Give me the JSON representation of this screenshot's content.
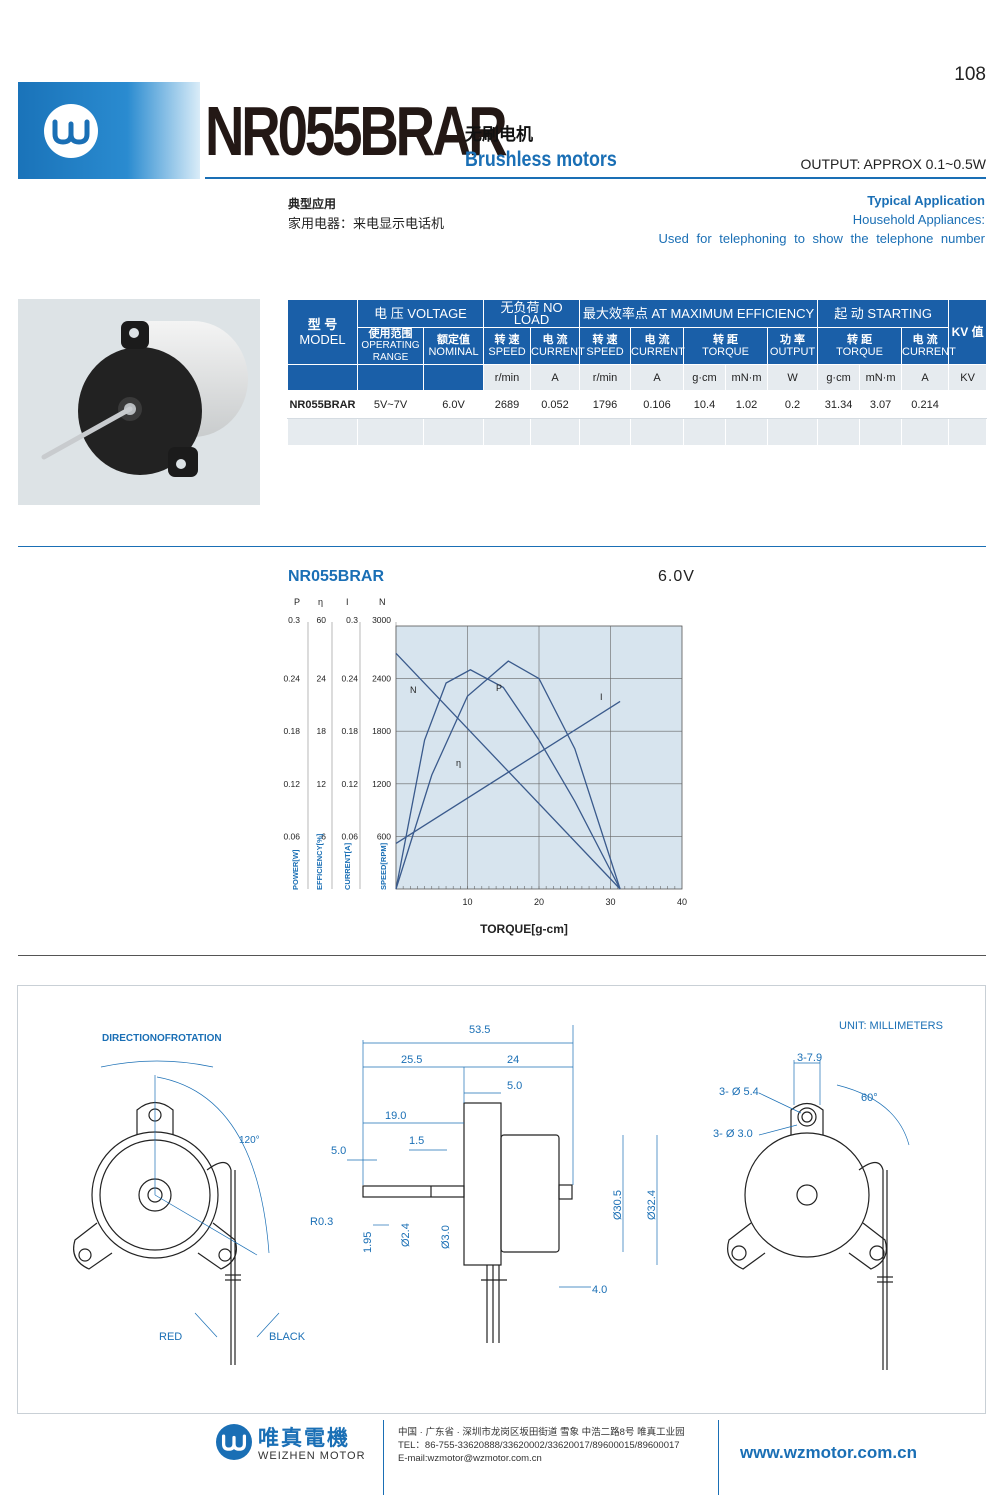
{
  "header": {
    "page_number": "108",
    "model": "NR055BRAR",
    "title_cn": "无刷电机",
    "title_en": "Brushless motors",
    "output": "OUTPUT: APPROX 0.1~0.5W"
  },
  "application": {
    "cn_title": "典型应用",
    "cn_text": "家用电器：来电显示电话机",
    "en_title": "Typical Application",
    "en_line1": "Household Appliances:",
    "en_line2": "Used for telephoning to show the telephone number"
  },
  "table": {
    "model_cn": "型  号",
    "model_en": "MODEL",
    "voltage_group": "电 压 VOLTAGE",
    "operating_range_cn": "使用范围",
    "operating_range_en": "OPERATING RANGE",
    "nominal_cn": "额定值",
    "nominal_en": "NOMINAL",
    "no_load_group": "无负荷 NO LOAD",
    "max_eff_group": "最大效率点 AT MAXIMUM EFFICIENCY",
    "starting_group": "起  动 STARTING",
    "kv_group": "KV 值",
    "speed_cn": "转 速",
    "speed_en": "SPEED",
    "current_cn": "电 流",
    "current_en": "CURRENT",
    "torque_cn": "转 距",
    "torque_en": "TORQUE",
    "output_cn": "功 率",
    "output_en": "OUTPUT",
    "units": [
      "r/min",
      "A",
      "r/min",
      "A",
      "g·cm",
      "mN·m",
      "W",
      "g·cm",
      "mN·m",
      "A",
      "KV"
    ],
    "row": [
      "NR055BRAR",
      "5V~7V",
      "6.0V",
      "2689",
      "0.052",
      "1796",
      "0.106",
      "10.4",
      "1.02",
      "0.2",
      "31.34",
      "3.07",
      "0.214",
      ""
    ]
  },
  "chart": {
    "model": "NR055BRAR",
    "voltage": "6.0V",
    "col_heads": [
      "P",
      "η",
      "I",
      "N"
    ],
    "axis_side_labels": [
      "POWER[W]",
      "EFFICIENCY[%]",
      "CURRENT[A]",
      "SPEED[RPM]"
    ],
    "xlabel": "TORQUE[g-cm]",
    "curve_labels": [
      "N",
      "P",
      "I",
      "η"
    ]
  },
  "chart_data": {
    "type": "line",
    "xlabel": "TORQUE[g-cm]",
    "xlim": [
      0,
      40
    ],
    "x_ticks": [
      10,
      20,
      30,
      40
    ],
    "y_axes": {
      "P": [
        0.06,
        0.12,
        0.18,
        0.24,
        0.3
      ],
      "eta": [
        6,
        12,
        18,
        24,
        60
      ],
      "I": [
        0.06,
        0.12,
        0.18,
        0.24,
        0.3
      ],
      "N": [
        600,
        1200,
        1800,
        2400,
        3000
      ]
    },
    "series": [
      {
        "name": "N",
        "x": [
          0,
          31.34
        ],
        "values": [
          2689,
          0
        ]
      },
      {
        "name": "I",
        "x": [
          0,
          31.34
        ],
        "values": [
          0.052,
          0.214
        ]
      },
      {
        "name": "P",
        "x": [
          0,
          5,
          10,
          15.7,
          20,
          25,
          31.34
        ],
        "values": [
          0,
          0.13,
          0.22,
          0.26,
          0.24,
          0.16,
          0
        ]
      },
      {
        "name": "η",
        "x": [
          0,
          4,
          7,
          10.4,
          15,
          20,
          25,
          31.34
        ],
        "values": [
          0,
          17,
          23.5,
          25,
          23,
          17,
          10,
          0
        ]
      }
    ],
    "grid": true
  },
  "drawing": {
    "direction_label": "DIRECTIONOFROTATION",
    "angle_120": "120°",
    "red_label": "RED",
    "black_label": "BLACK",
    "dim_total": "53.5",
    "dim_25_5": "25.5",
    "dim_24": "24",
    "dim_5_0_top": "5.0",
    "dim_19_0": "19.0",
    "dim_1_5": "1.5",
    "dim_5_0_left": "5.0",
    "dim_r0_3": "R0.3",
    "dim_1_95": "1.95",
    "dim_d2_4": "Ø2.4",
    "dim_d3_0": "Ø3.0",
    "dim_d30_5": "Ø30.5",
    "dim_d32_4": "Ø32.4",
    "dim_4_0": "4.0",
    "unit_label": "UNIT: MILLIMETERS",
    "dim_3_7_9": "3-7.9",
    "dim_3_d5_4": "3- Ø 5.4",
    "dim_3_d3_0": "3- Ø 3.0",
    "angle_60": "60°"
  },
  "footer": {
    "brand_cn": "唯真電機",
    "brand_en": "WEIZHEN MOTOR",
    "address": "中国 · 广东省 · 深圳市龙岗区坂田街道  雪象  中浩二路8号  唯真工业园",
    "tel": "TEL：86-755-33620888/33620002/33620017/89600015/89600017",
    "email": "E-mail:wzmotor@wzmotor.com.cn",
    "website": "www.wzmotor.com.cn"
  },
  "colors": {
    "brand_blue": "#1a6fb5",
    "table_header": "#1a5fa8",
    "chart_bg": "#d7e4ee",
    "curve": "#3a5a8c"
  }
}
